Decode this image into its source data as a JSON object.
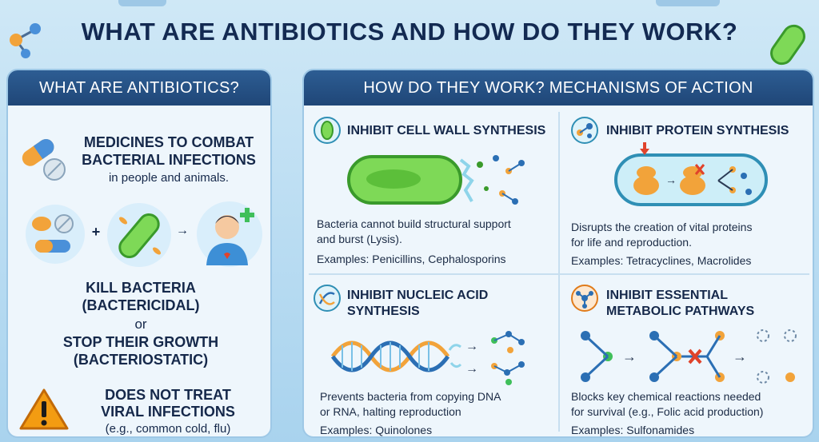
{
  "title": "WHAT ARE ANTIBIOTICS AND HOW DO THEY WORK?",
  "left": {
    "header": "WHAT ARE ANTIBIOTICS?",
    "purpose_line1": "MEDICINES TO COMBAT",
    "purpose_line2": "BACTERIAL INFECTIONS",
    "purpose_sub": "in people and animals.",
    "kill_line1": "KILL BACTERIA",
    "kill_line2": "(BACTERICIDAL)",
    "or": "or",
    "stop_line1": "STOP THEIR GROWTH",
    "stop_line2": "(BACTERIOSTATIC)",
    "warn_line1": "DOES NOT TREAT",
    "warn_line2": "VIRAL INFECTIONS",
    "warn_sub": "(e.g., common cold, flu)"
  },
  "right": {
    "header": "HOW DO THEY WORK? MECHANISMS OF ACTION",
    "mechanisms": [
      {
        "title": "INHIBIT CELL WALL SYNTHESIS",
        "desc1": "Bacteria cannot build structural support",
        "desc2": "and burst (Lysis).",
        "examples": "Examples: Penicillins, Cephalosporins",
        "icon": "bacterium-icon"
      },
      {
        "title": "INHIBIT PROTEIN SYNTHESIS",
        "desc1": "Disrupts the creation of vital proteins",
        "desc2": "for life and reproduction.",
        "examples": "Examples: Tetracyclines, Macrolides",
        "icon": "molecule-icon"
      },
      {
        "title1": "INHIBIT NUCLEIC ACID",
        "title2": "SYNTHESIS",
        "desc1": "Prevents bacteria from copying DNA",
        "desc2": "or RNA, halting reproduction",
        "examples": "Examples: Quinolones",
        "icon": "dna-icon"
      },
      {
        "title1": "INHIBIT ESSENTIAL",
        "title2": "METABOLIC PATHWAYS",
        "desc1": "Blocks key chemical reactions needed",
        "desc2": "for survival (e.g., Folic acid production)",
        "examples": "Examples: Sulfonamides",
        "icon": "pathway-icon"
      }
    ]
  },
  "colors": {
    "header_bg": "#1f4677",
    "title_text": "#132a52",
    "panel_bg": "#eef6fc",
    "bacteria_green": "#5cbf3a",
    "pill_orange": "#f2a33a",
    "pill_blue": "#4a90d9",
    "warning_orange": "#f39c12",
    "inhibit_red": "#e0432b"
  }
}
